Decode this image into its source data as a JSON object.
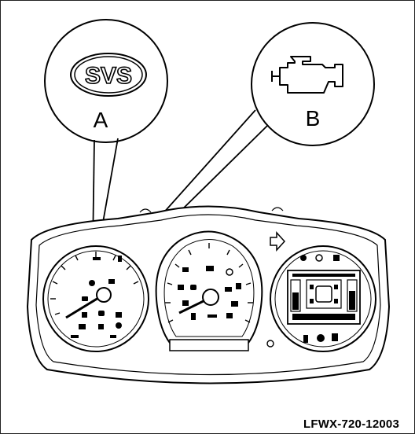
{
  "callouts": [
    {
      "id": "A",
      "label": "A",
      "symbol_text": "SVS",
      "icon": "svs-warning-icon"
    },
    {
      "id": "B",
      "label": "B",
      "icon": "check-engine-icon"
    }
  ],
  "reference_code": "LFWX-720-12003",
  "colors": {
    "line": "#000000",
    "background": "#ffffff"
  }
}
